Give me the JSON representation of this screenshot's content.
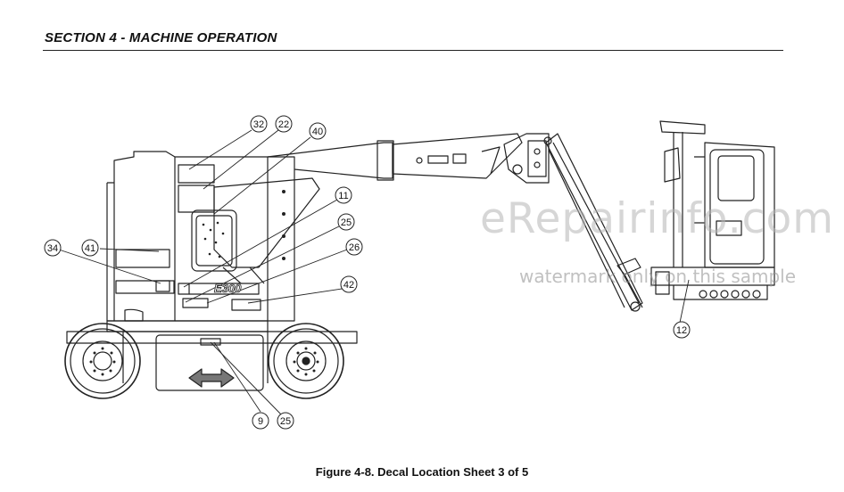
{
  "header": {
    "section_title": "SECTION 4 - MACHINE OPERATION"
  },
  "figure": {
    "caption": "Figure 4-8. Decal Location Sheet 3 of 5",
    "callouts": [
      "32",
      "22",
      "40",
      "11",
      "25",
      "26",
      "42",
      "34",
      "41",
      "9",
      "25",
      "12"
    ],
    "machine_label": "E300"
  },
  "watermark": {
    "brand": "eRepairinfo.com",
    "notice": "watermark only on this sample"
  }
}
